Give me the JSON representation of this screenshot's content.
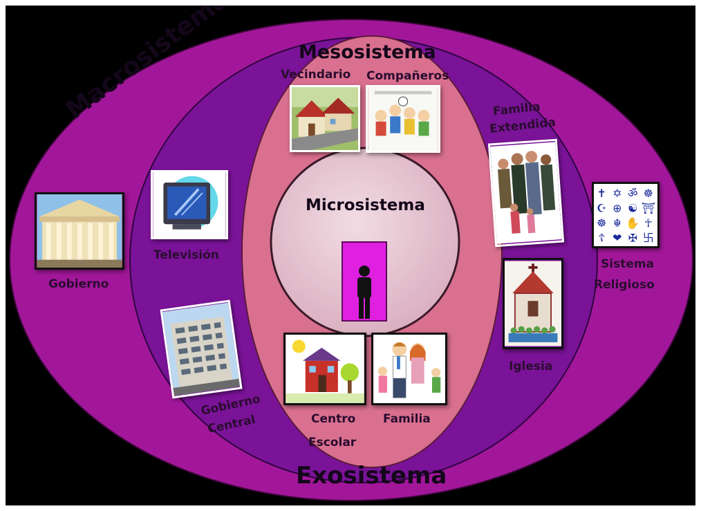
{
  "systems": {
    "macro": "Macrosistema",
    "meso": "Mesosistema",
    "micro": "Microsistema",
    "exo": "Exosistema"
  },
  "captions": {
    "vecindario": "Vecindario",
    "companeros": "Compañeros",
    "familia_extendida_1": "Familia",
    "familia_extendida_2": "Extendida",
    "television": "Televisión",
    "gobierno": "Gobierno",
    "sistema_religioso_1": "Sistema",
    "sistema_religioso_2": "Religioso",
    "iglesia": "Iglesia",
    "gobierno_central_1": "Gobierno",
    "gobierno_central_2": "Central",
    "centro_escolar_1": "Centro",
    "centro_escolar_2": "Escolar",
    "familia": "Familia"
  },
  "religious_symbols": [
    "✝",
    "✡",
    "ॐ",
    "☸",
    "☪",
    "⊕",
    "☯",
    "⛩",
    "☸",
    "☬",
    "✋",
    "☥",
    "☦",
    "❤",
    "✠",
    "卐"
  ],
  "colors": {
    "background": "#000000",
    "macro_fill": "#a2179a",
    "exo_fill": "#7a1398",
    "meso_fill": "#d9708f",
    "micro_fill": "#e8c6d2",
    "door": "#e020e0"
  }
}
